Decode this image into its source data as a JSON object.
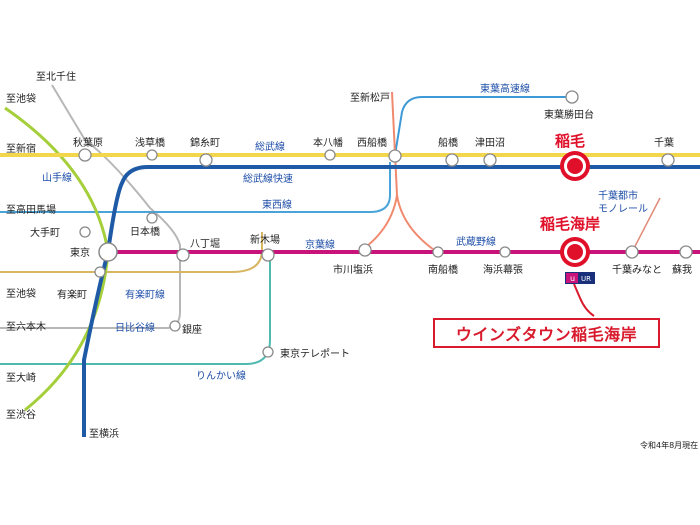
{
  "lines": {
    "sobu": "総武線",
    "sobu_rapid": "総武線快速",
    "yamanote": "山手線",
    "tozai": "東西線",
    "keiyo": "京葉線",
    "musashino": "武蔵野線",
    "yurakucho": "有楽町線",
    "hibiya": "日比谷線",
    "rinkai": "りんかい線",
    "toyo_kosoku": "東葉高速線",
    "monorail_1": "千葉都市",
    "monorail_2": "モノレール"
  },
  "stations": {
    "akihabara": "秋葉原",
    "asakusabashi": "浅草橋",
    "kinshicho": "錦糸町",
    "motoyawata": "本八幡",
    "nishifunabashi": "西船橋",
    "funabashi": "船橋",
    "tsudanuma": "津田沼",
    "inage": "稲毛",
    "chiba": "千葉",
    "otemachi": "大手町",
    "nihombashi": "日本橋",
    "tokyo": "東京",
    "hatchobori": "八丁堀",
    "shinkiba": "新木場",
    "ichikawashiohama": "市川塩浜",
    "minamifunabashi": "南船橋",
    "kaihinmakuhari": "海浜幕張",
    "inagekaigan": "稲毛海岸",
    "chibaminato": "千葉みなと",
    "soga": "蘇我",
    "yurakucho": "有楽町",
    "ginza": "銀座",
    "tokyo_teleport": "東京テレポート",
    "toyokatsutadai": "東葉勝田台"
  },
  "directions": {
    "kitasenju": "至北千住",
    "ikebukuro_1": "至池袋",
    "shinjuku": "至新宿",
    "takadanobaba": "至高田馬場",
    "ikebukuro_2": "至池袋",
    "roppongi": "至六本木",
    "osaki": "至大崎",
    "shibuya": "至渋谷",
    "yokohama": "至横浜",
    "shinmatsudo": "至新松戸"
  },
  "logo_text": "UR",
  "callout": "ウインズタウン稲毛海岸",
  "date_note": "令和4年8月現在",
  "colors": {
    "sobu": "#f2d64b",
    "sobu_rapid": "#1f5aa6",
    "keiyo": "#c8147a",
    "yamanote": "#a5cf3a",
    "tozai": "#4aa3d9",
    "musashino": "#f08a6e",
    "yurakucho": "#d8b560",
    "hibiya": "#b7b7b7",
    "rinkai": "#4fbab0",
    "toyo_kosoku": "#3d9ad6",
    "monorail": "#e08a78",
    "highlight": "#e0102a"
  }
}
